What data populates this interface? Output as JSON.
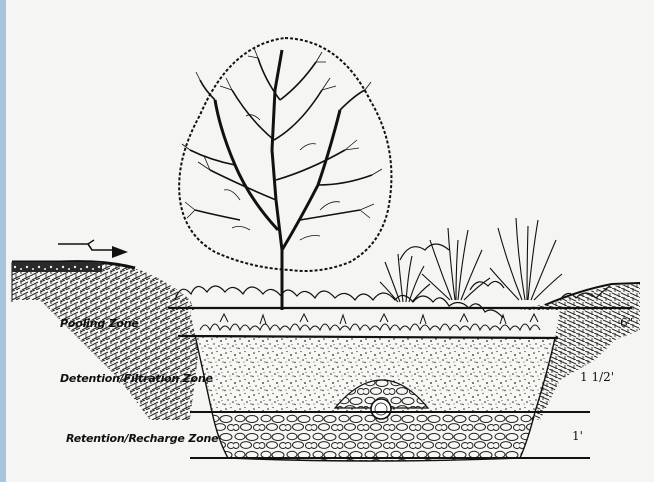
{
  "zones": [
    {
      "label": "Pooling Zone",
      "depth": "6\""
    },
    {
      "label": "Detention/Filtration Zone",
      "depth": "1 1/2'"
    },
    {
      "label": "Retention/Recharge Zone",
      "depth": "1'"
    }
  ],
  "icons": {
    "flow_arrow": "water-flow-arrow-icon",
    "tree": "deciduous-tree-icon",
    "grasses": "ornamental-grass-icon",
    "underdrain": "perforated-underdrain-pipe-icon"
  },
  "colors": {
    "ink": "#111111",
    "paper": "#f5f5f3",
    "edge": "#a9c4dd"
  }
}
